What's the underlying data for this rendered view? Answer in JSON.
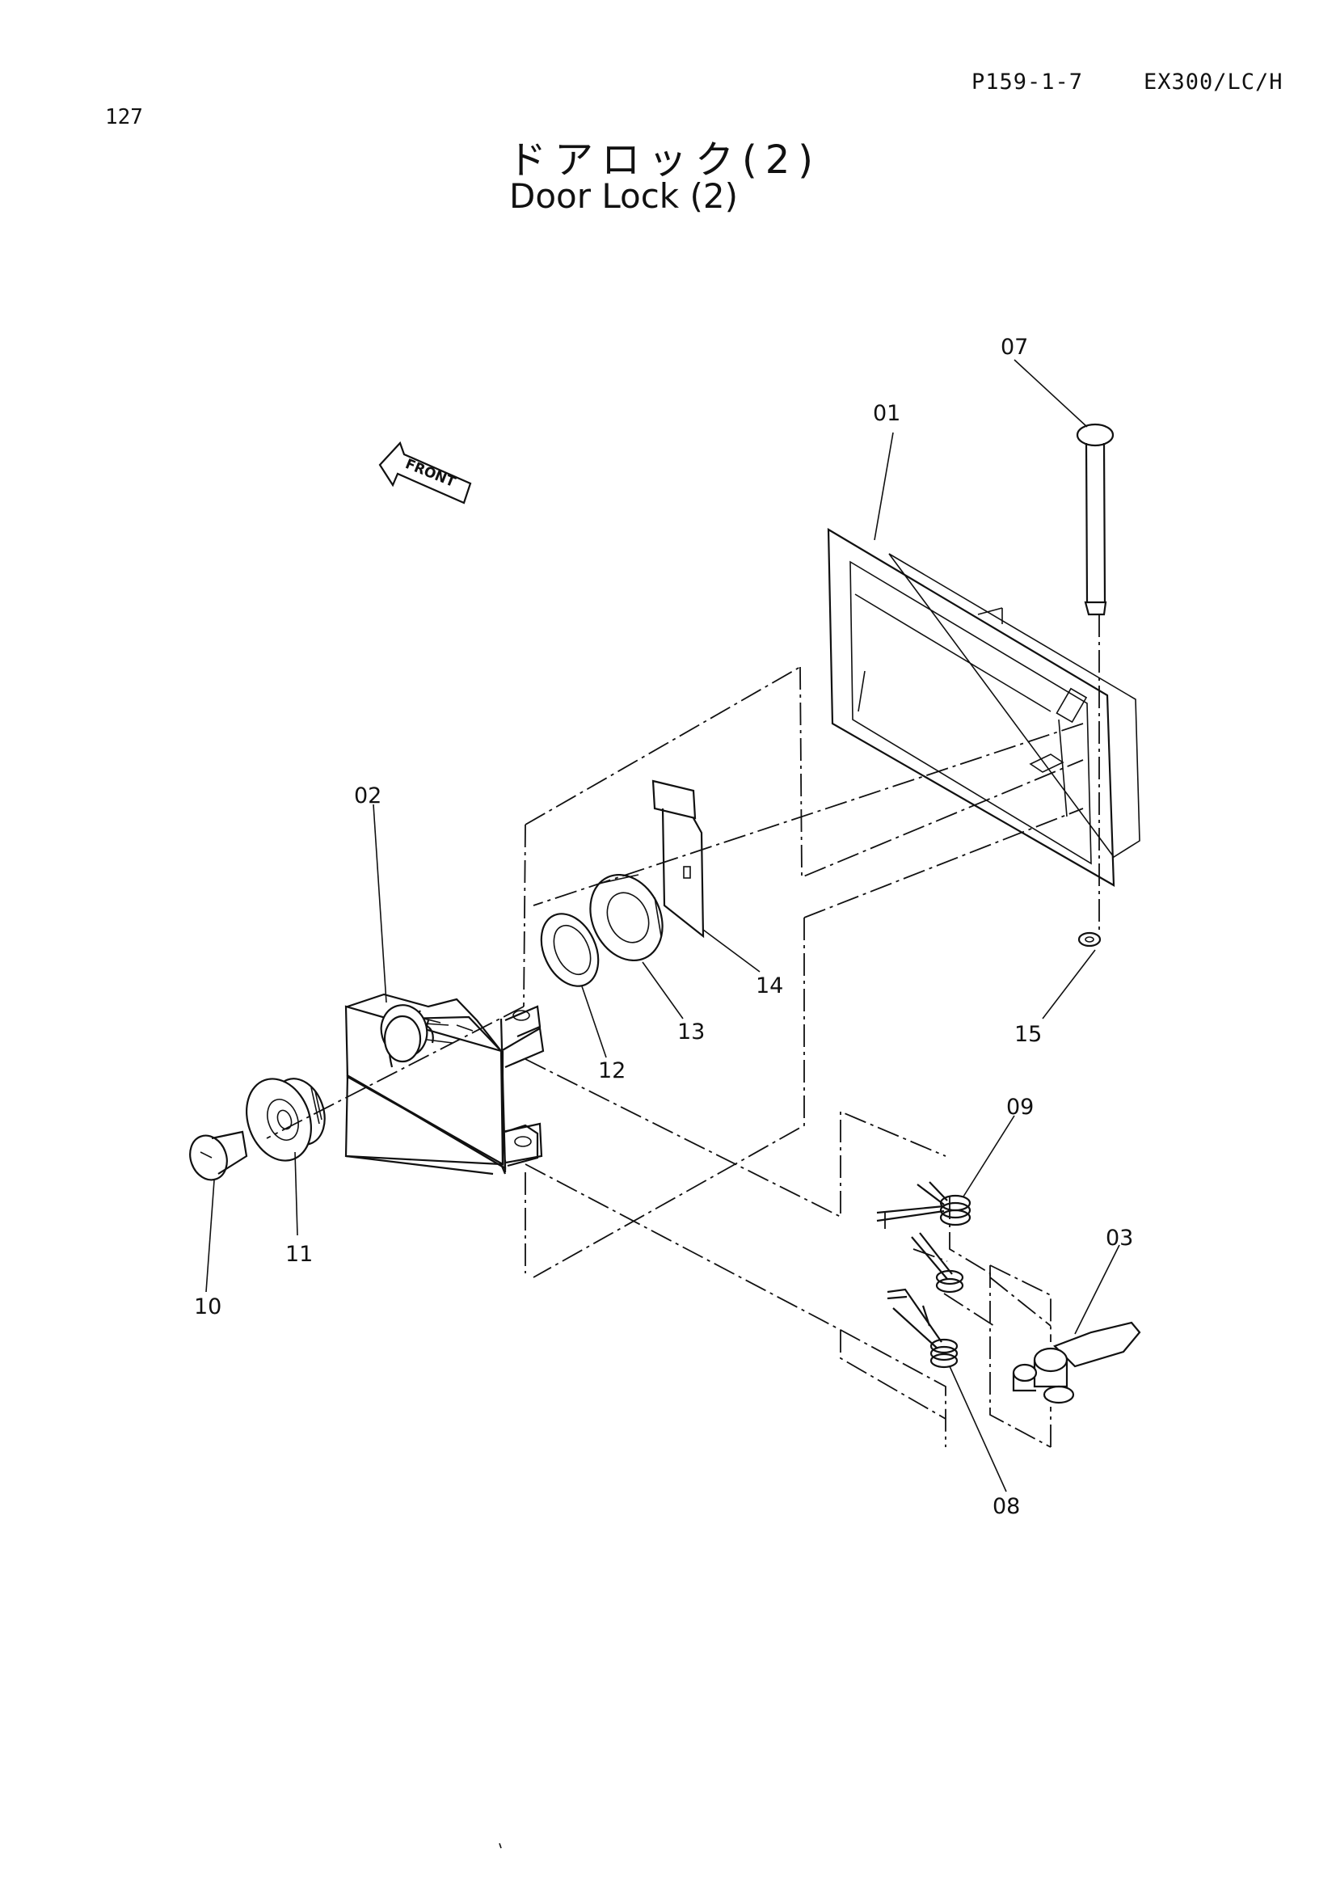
{
  "page": {
    "number": "127",
    "ref_code": "P159-1-7",
    "model": "EX300/LC/H"
  },
  "title": {
    "japanese": "ドアロック(2)",
    "english": "Door Lock (2)"
  },
  "direction_marker": {
    "label": "FRONT",
    "icon": "arrow-left-icon"
  },
  "callouts": [
    "01",
    "02",
    "03",
    "07",
    "08",
    "09",
    "10",
    "11",
    "12",
    "13",
    "14",
    "15"
  ]
}
